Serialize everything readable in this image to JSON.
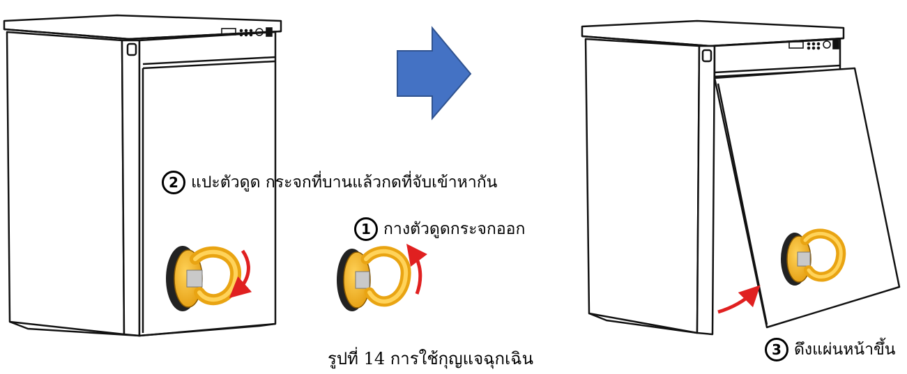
{
  "labels": {
    "step2": {
      "marker": "2",
      "text": "แปะตัวดูด กระจกที่บานแล้วกดที่จับเข้าหากัน"
    },
    "step1": {
      "marker": "1",
      "text": "กางตัวดูดกระจกออก"
    },
    "step3": {
      "marker": "3",
      "text": "ดึงแผ่นหน้าขึ้น"
    }
  },
  "caption": "รูปที่ 14 การใช้กุญแจฉุกเฉิน",
  "colors": {
    "arrow": "#4472C4",
    "suction_yellow": "#F2B01E",
    "rotate_arrow": "#E02020"
  },
  "icons": [
    "cabinet",
    "suction-cup",
    "process-arrow",
    "rotate-arrow"
  ]
}
